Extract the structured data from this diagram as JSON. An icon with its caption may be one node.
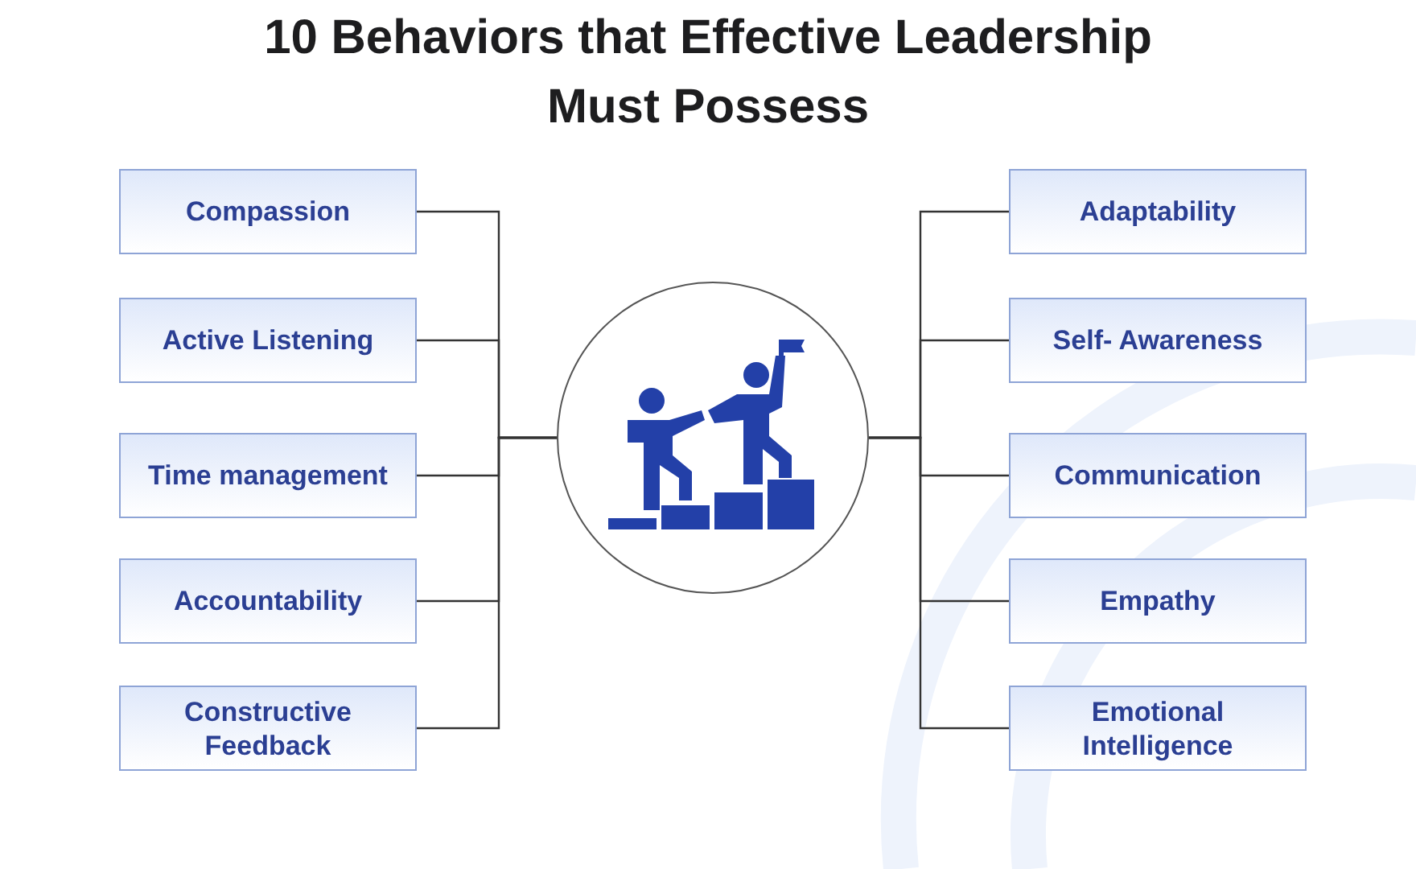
{
  "diagram": {
    "title": "10 Behaviors that Effective Leadership Must Possess",
    "nodes": [
      {
        "text": [],
        "shape": "circle"
      },
      {
        "text": [
          "Compassion"
        ]
      },
      {
        "text": [
          "Active Listening"
        ]
      },
      {
        "text": [
          "Time management"
        ]
      },
      {
        "text": [
          "Accountability"
        ]
      },
      {
        "text": [
          "Constructive Feedback"
        ]
      },
      {
        "text": [
          "Adaptability"
        ]
      },
      {
        "text": [
          "Self- Awareness"
        ]
      },
      {
        "text": [
          "Communication"
        ]
      },
      {
        "text": [
          "Empathy"
        ]
      },
      {
        "text": [
          "Emotional Intelligence"
        ]
      }
    ],
    "edges": [
      {
        "from": 0,
        "to": 1,
        "arrow": "none"
      },
      {
        "from": 0,
        "to": 2,
        "arrow": "none"
      },
      {
        "from": 0,
        "to": 3,
        "arrow": "none"
      },
      {
        "from": 0,
        "to": 4,
        "arrow": "none"
      },
      {
        "from": 0,
        "to": 5,
        "arrow": "none"
      },
      {
        "from": 0,
        "to": 6,
        "arrow": "none"
      },
      {
        "from": 0,
        "to": 7,
        "arrow": "none"
      },
      {
        "from": 0,
        "to": 8,
        "arrow": "none"
      },
      {
        "from": 0,
        "to": 9,
        "arrow": "none"
      },
      {
        "from": 0,
        "to": 10,
        "arrow": "none"
      }
    ]
  }
}
